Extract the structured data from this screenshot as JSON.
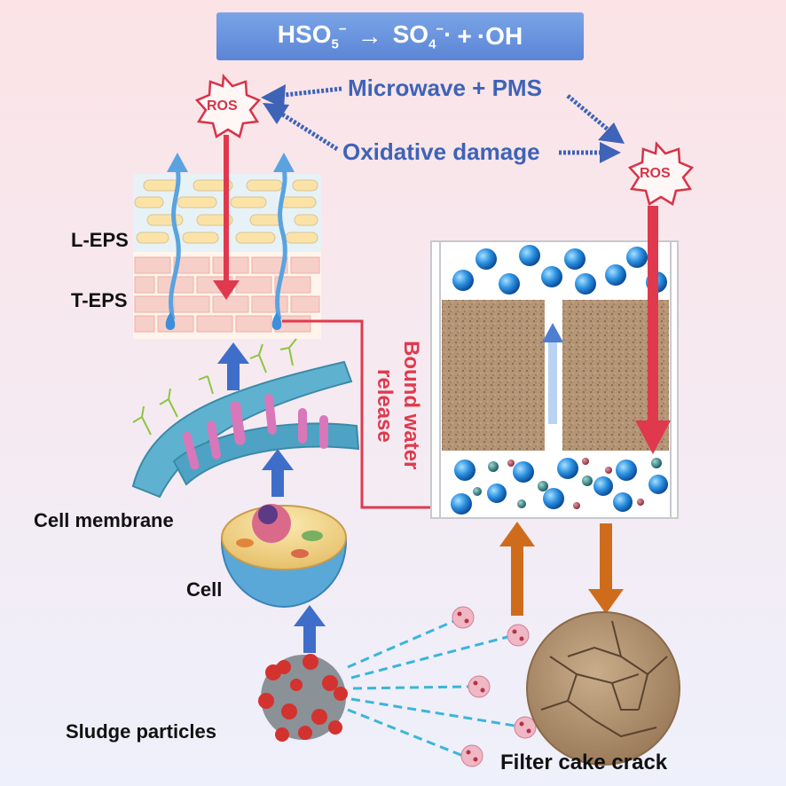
{
  "equation": {
    "reactant": "HSO",
    "reactant_sub": "5",
    "reactant_sup": "−",
    "arrow": "→",
    "product1": "SO",
    "product1_sub": "4",
    "product1_sup": "−",
    "product1_dot": "·",
    "plus": "+",
    "product2": "·OH"
  },
  "labels": {
    "microwave": "Microwave + PMS",
    "oxidative": "Oxidative damage",
    "ros_left": "ROS",
    "ros_right": "ROS",
    "l_eps": "L-EPS",
    "t_eps": "T-EPS",
    "bound_water": "Bound water release",
    "cell_membrane": "Cell membrane",
    "cell": "Cell",
    "sludge": "Sludge particles",
    "filter_cake": "Filter cake crack"
  },
  "colors": {
    "title_bg": "#6a95de",
    "blue_arrow": "#3e63b7",
    "red_arrow": "#e0394e",
    "orange_arrow": "#cf6c1c",
    "cake": "#b89a78"
  }
}
